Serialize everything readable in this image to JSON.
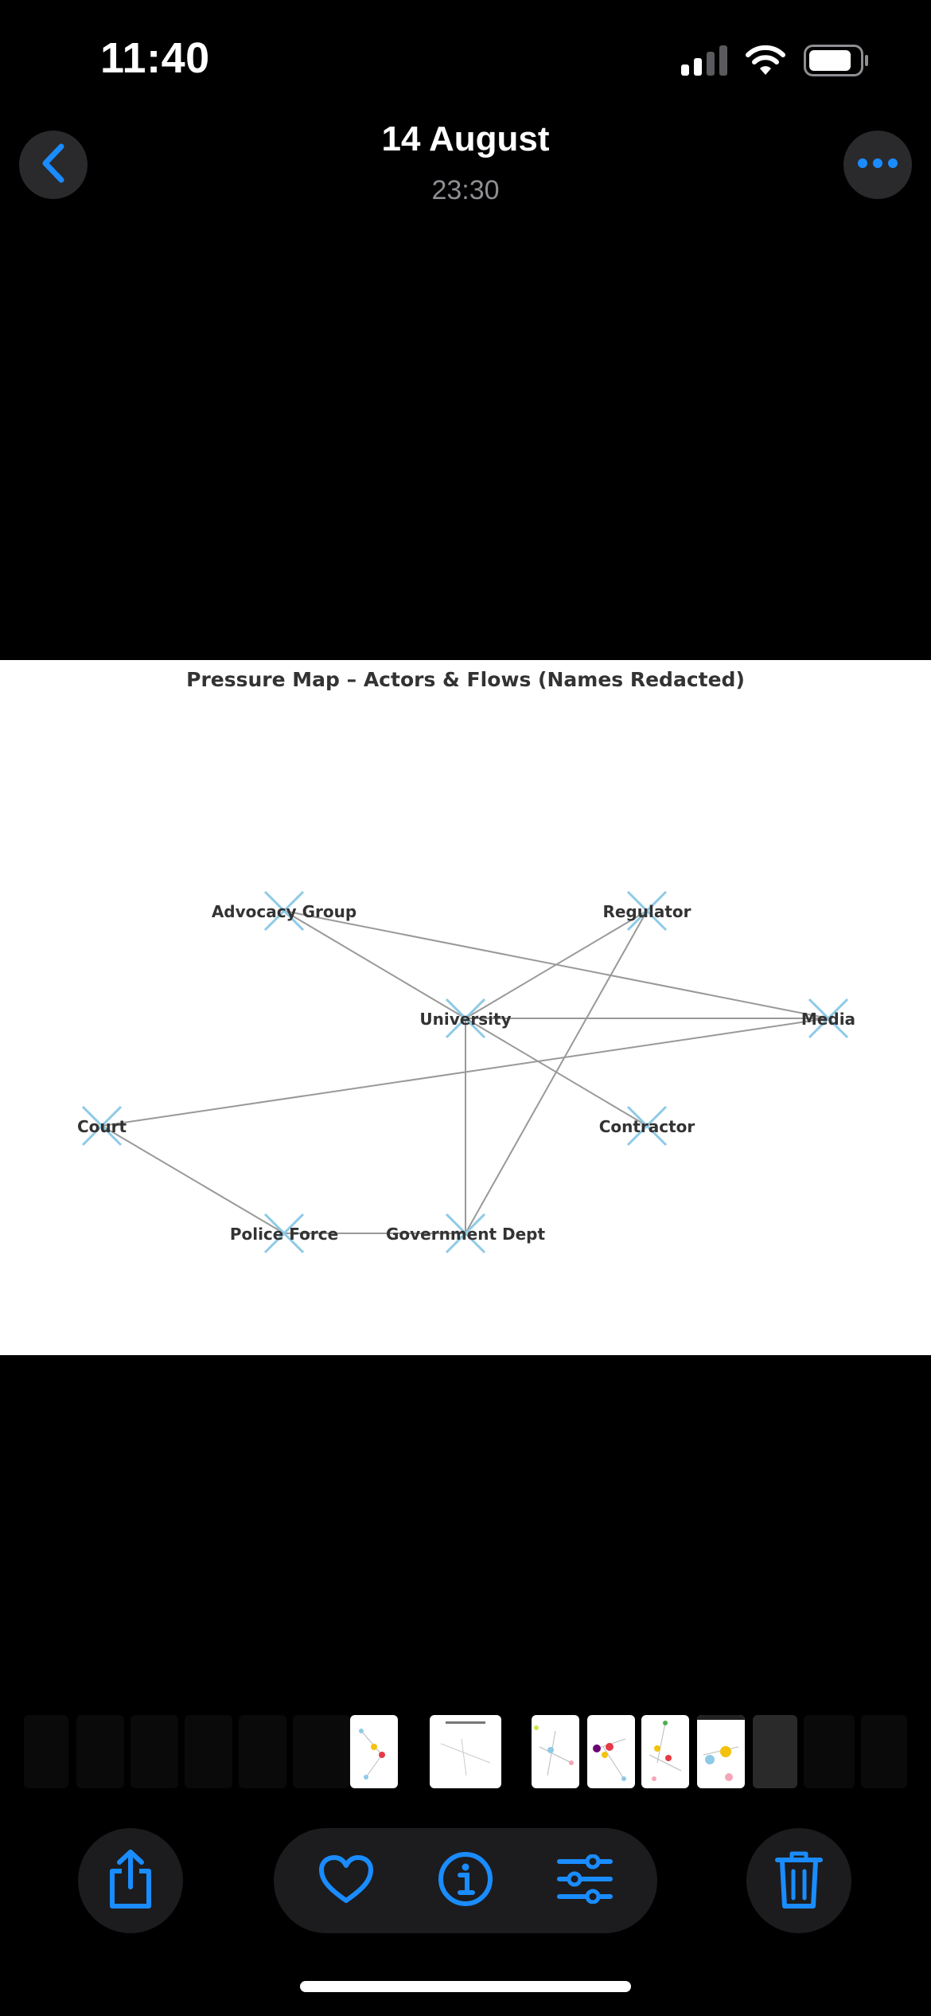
{
  "status_bar": {
    "time": "11:40"
  },
  "header": {
    "title": "14 August",
    "subtitle": "23:30"
  },
  "photo": {
    "title": "Pressure Map – Actors & Flows (Names Redacted)",
    "nodes": [
      {
        "id": "advocacy",
        "label": "Advocacy Group"
      },
      {
        "id": "regulator",
        "label": "Regulator"
      },
      {
        "id": "university",
        "label": "University"
      },
      {
        "id": "media",
        "label": "Media"
      },
      {
        "id": "court",
        "label": "Court"
      },
      {
        "id": "contractor",
        "label": "Contractor"
      },
      {
        "id": "police",
        "label": "Police Force"
      },
      {
        "id": "government",
        "label": "Government Dept"
      }
    ],
    "edges": [
      [
        "advocacy",
        "university"
      ],
      [
        "advocacy",
        "media"
      ],
      [
        "regulator",
        "university"
      ],
      [
        "regulator",
        "government"
      ],
      [
        "university",
        "media"
      ],
      [
        "university",
        "contractor"
      ],
      [
        "university",
        "government"
      ],
      [
        "court",
        "media"
      ],
      [
        "court",
        "police"
      ],
      [
        "police",
        "government"
      ]
    ],
    "colors": {
      "node": "#8ecae6",
      "edge": "#999999",
      "label": "#333333"
    }
  },
  "toolbar": {
    "share": "share-icon",
    "favorite": "heart-icon",
    "info": "info-icon",
    "adjust": "sliders-icon",
    "delete": "trash-icon"
  },
  "colors": {
    "accent": "#1a8cff",
    "button_bg": "#1c1c1e"
  }
}
